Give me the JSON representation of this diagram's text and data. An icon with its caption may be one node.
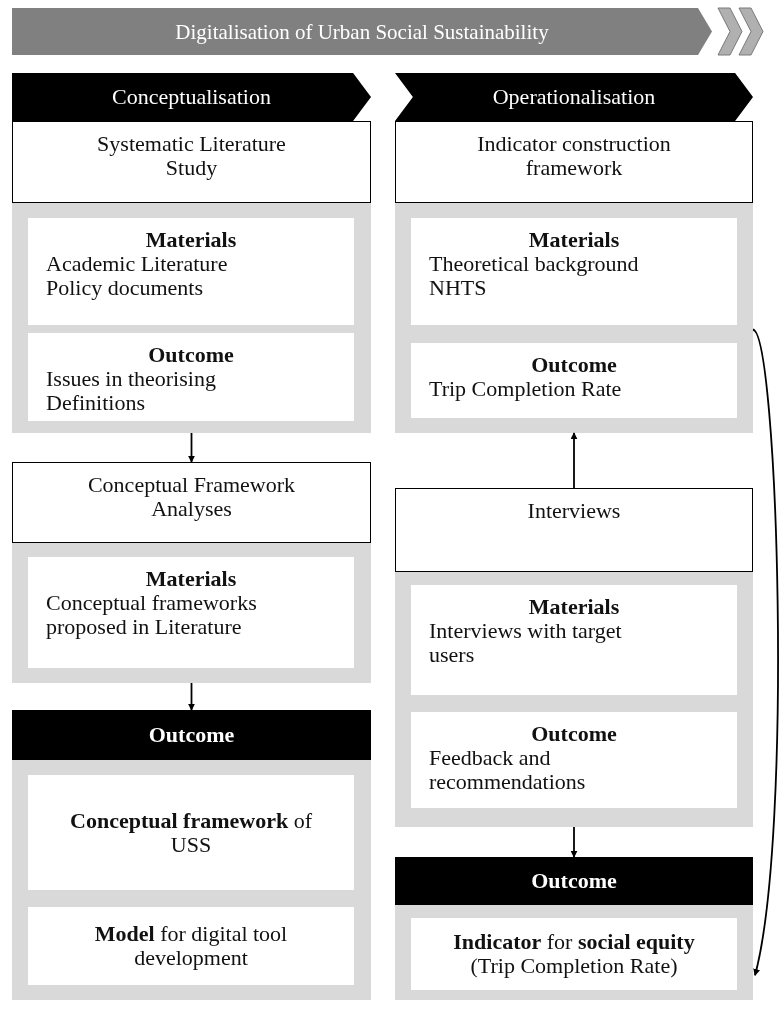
{
  "diagram": {
    "nodes": [
      {
        "text": [
          "Digitalisation of Urban Social Sustainability"
        ]
      },
      {
        "text": [
          "Conceptualisation"
        ]
      },
      {
        "text": [
          "Operationalisation"
        ]
      },
      {
        "text": [
          "Systematic Literature Study"
        ]
      },
      {
        "text": [],
        "shape": "box"
      },
      {
        "text": [
          "Materials",
          "Academic Literature",
          "Policy documents"
        ],
        "in": 4
      },
      {
        "text": [
          "Outcome",
          "Issues in theorising",
          "Definitions"
        ],
        "in": 4
      },
      {
        "text": [
          "Conceptual Framework Analyses"
        ]
      },
      {
        "text": [],
        "shape": "box"
      },
      {
        "text": [
          "Materials",
          "Conceptual frameworks proposed in Literature"
        ],
        "in": 8
      },
      {
        "text": [
          "Outcome"
        ]
      },
      {
        "text": [],
        "shape": "box"
      },
      {
        "text": [
          "**Conceptual framework** of USS"
        ],
        "in": 11
      },
      {
        "text": [
          "**Model** for digital tool development"
        ],
        "in": 11
      },
      {
        "text": [
          "Indicator construction framework"
        ]
      },
      {
        "text": [],
        "shape": "box"
      },
      {
        "text": [
          "Materials",
          "Theoretical background",
          "NHTS"
        ],
        "in": 15
      },
      {
        "text": [
          "Outcome",
          "Trip Completion Rate"
        ],
        "in": 15
      },
      {
        "text": [
          "Interviews"
        ]
      },
      {
        "text": [],
        "shape": "box"
      },
      {
        "text": [
          "Materials",
          "Interviews with target users"
        ],
        "in": 19
      },
      {
        "text": [
          "Outcome",
          "Feedback and recommendations"
        ],
        "in": 19
      },
      {
        "text": [
          "Outcome"
        ]
      },
      {
        "text": [],
        "shape": "box"
      },
      {
        "text": [
          "**Indicator** for **social equity**",
          "(Trip Completion Rate)"
        ],
        "in": 23
      }
    ],
    "edges": [
      {
        "from": 4,
        "to": 7,
        "arrow": "to"
      },
      {
        "from": 8,
        "to": 10,
        "arrow": "to"
      },
      {
        "from": 18,
        "to": 15,
        "arrow": "to"
      },
      {
        "from": 19,
        "to": 22,
        "arrow": "to"
      },
      {
        "from": 15,
        "to": 23,
        "arrow": "to"
      }
    ]
  }
}
